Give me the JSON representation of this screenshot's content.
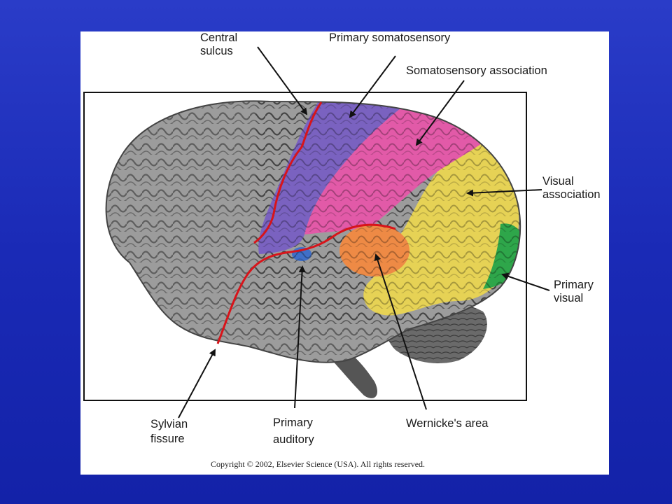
{
  "labels": {
    "central_sulcus": [
      "Central",
      "sulcus"
    ],
    "primary_somatosensory": "Primary somatosensory",
    "somatosensory_association": "Somatosensory association",
    "visual_association": [
      "Visual",
      "association"
    ],
    "primary_visual": [
      "Primary",
      "visual"
    ],
    "sylvian_fissure": [
      "Sylvian",
      "fissure"
    ],
    "primary_auditory": [
      "Primary",
      "auditory"
    ],
    "wernickes_area": "Wernicke's area"
  },
  "copyright": "Copyright © 2002, Elsevier Science (USA). All rights reserved.",
  "colors": {
    "background": "#1a2ab6",
    "cortex_gray": "#9a9a9a",
    "primary_somatosensory": "#7a62c0",
    "somatosensory_association": "#e25aa8",
    "visual_association": "#e6d255",
    "primary_visual": "#2ea64a",
    "wernickes_area": "#ee8a45",
    "primary_auditory": "#3f6fc8",
    "fissure_line": "#d8141a"
  }
}
